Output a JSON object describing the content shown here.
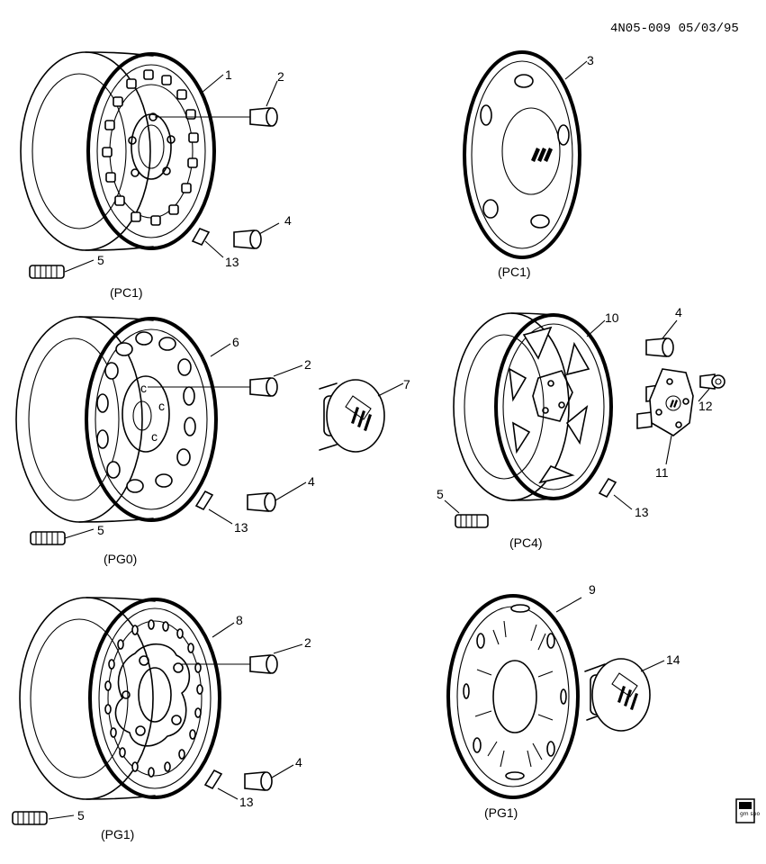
{
  "header": {
    "code": "4N05-009 05/03/95"
  },
  "variants": [
    "(PC1)",
    "(PC1)",
    "(PG0)",
    "(PC4)",
    "(PG1)",
    "(PG1)"
  ],
  "callouts": {
    "steel_wheel_pc1": [
      "1",
      "2",
      "4",
      "13",
      "5"
    ],
    "wheel_cover_pc1": [
      "3"
    ],
    "styled_wheel_pg0": [
      "6",
      "2",
      "7",
      "4",
      "13",
      "5"
    ],
    "alloy_wheel_pc4": [
      "10",
      "4",
      "12",
      "11",
      "5",
      "13"
    ],
    "styled_wheel_pg1": [
      "8",
      "2",
      "4",
      "13",
      "5"
    ],
    "wheel_trim_pg1": [
      "9",
      "14"
    ]
  },
  "logo": {
    "text": "gm spo"
  },
  "icons": [
    "steel-wheel",
    "wheel-cover",
    "lug-nut",
    "valve-stem",
    "balance-weight",
    "wheel-stud",
    "center-cap",
    "buick-tri-shield-emblem",
    "gm-spo-logo"
  ]
}
